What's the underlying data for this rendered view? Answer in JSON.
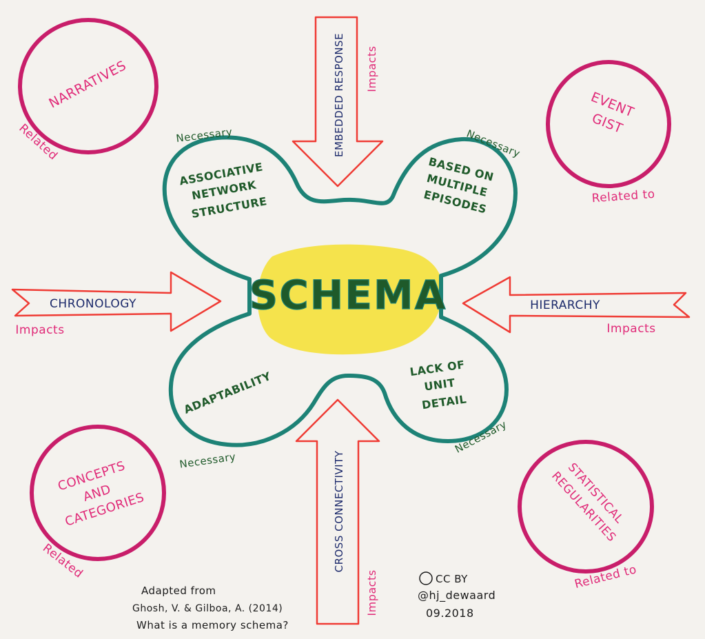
{
  "center": {
    "label": "SCHEMA"
  },
  "petals": {
    "top_left": {
      "lines": [
        "ASSOCIATIVE",
        "NETWORK",
        "STRUCTURE"
      ],
      "relation": "Necessary"
    },
    "top_right": {
      "lines": [
        "BASED ON",
        "MULTIPLE",
        "EPISODES"
      ],
      "relation": "Necessary"
    },
    "bottom_left": {
      "lines": [
        "ADAPTABILITY"
      ],
      "relation": "Necessary"
    },
    "bottom_right": {
      "lines": [
        "LACK OF",
        "UNIT",
        "DETAIL"
      ],
      "relation": "Necessary"
    }
  },
  "arrows": {
    "top": {
      "label": "EMBEDDED RESPONSE",
      "relation": "Impacts"
    },
    "bottom": {
      "label": "CROSS CONNECTIVITY",
      "relation": "Impacts"
    },
    "left": {
      "label": "CHRONOLOGY",
      "relation": "Impacts"
    },
    "right": {
      "label": "HIERARCHY",
      "relation": "Impacts"
    }
  },
  "circles": {
    "top_left": {
      "lines": [
        "NARRATIVES"
      ],
      "relation": "Related"
    },
    "top_right": {
      "lines": [
        "EVENT",
        "GIST"
      ],
      "relation": "Related to"
    },
    "bottom_left": {
      "lines": [
        "CONCEPTS",
        "AND",
        "CATEGORIES"
      ],
      "relation": "Related"
    },
    "bottom_right": {
      "lines": [
        "STATISTICAL",
        "REGULARITIES"
      ],
      "relation": "Related to"
    }
  },
  "citation": {
    "lines": [
      "Adapted from",
      "Ghosh, V. & Gilboa, A. (2014)",
      "What is a memory schema?"
    ]
  },
  "credit": {
    "license": "CC BY",
    "handle": "@hj_dewaard",
    "date": "09.2018"
  },
  "colors": {
    "paper": "#f4f2ee",
    "teal": "#1d8276",
    "dark_green": "#1f5a2a",
    "magenta": "#c81e6a",
    "pink_text": "#e02a78",
    "red_arrow": "#ef3b34",
    "navy": "#1c2a6b",
    "highlight": "#f5e13a"
  }
}
